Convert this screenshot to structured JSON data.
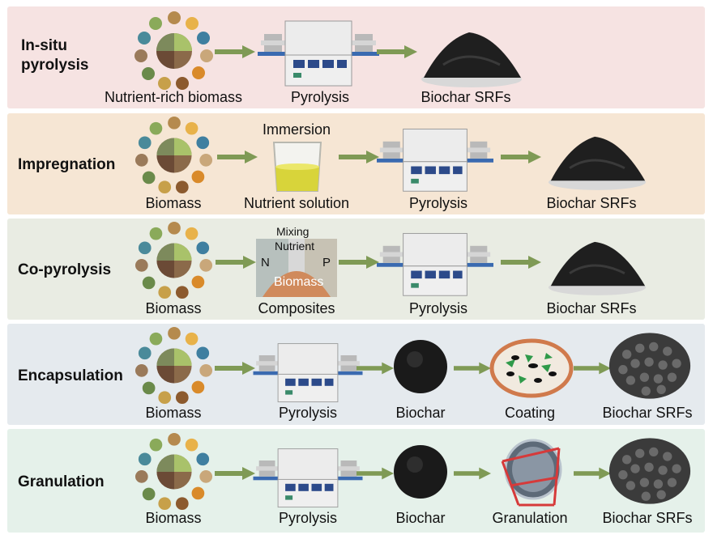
{
  "rows": [
    {
      "label": "In-situ\npyrolysis",
      "captions": [
        "Nutrient-rich biomass",
        "Pyrolysis",
        "Biochar SRFs"
      ]
    },
    {
      "label": "Impregnation",
      "top_label": "Immersion",
      "captions": [
        "Biomass",
        "Nutrient solution",
        "Pyrolysis",
        "Biochar SRFs"
      ]
    },
    {
      "label": "Co-pyrolysis",
      "captions": [
        "Biomass",
        "Composites",
        "Pyrolysis",
        "Biochar SRFs"
      ],
      "composite": {
        "mixing": "Mixing",
        "nutrient": "Nutrient",
        "n": "N",
        "p": "P",
        "biomass": "Biomass"
      }
    },
    {
      "label": "Encapsulation",
      "captions": [
        "Biomass",
        "Pyrolysis",
        "Biochar",
        "Coating",
        "Biochar SRFs"
      ]
    },
    {
      "label": "Granulation",
      "captions": [
        "Biomass",
        "Pyrolysis",
        "Biochar",
        "Granulation",
        "Biochar SRFs"
      ]
    }
  ],
  "colors": {
    "arrow": "#7f9a55",
    "row1": "#f6e3e2",
    "row2": "#f6e6d4",
    "row3": "#e9ece3",
    "row4": "#e5eaee",
    "row5": "#e5f1ea"
  }
}
